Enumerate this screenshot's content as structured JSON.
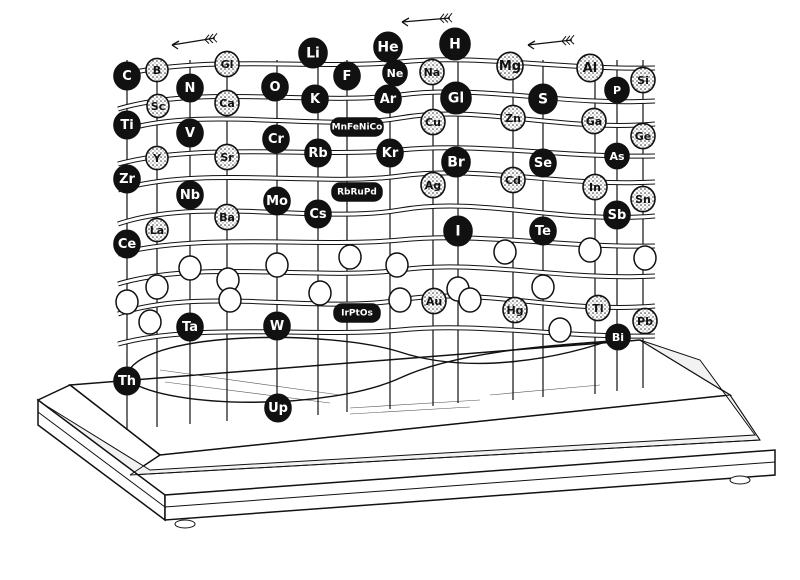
{
  "diagram": {
    "elements": [
      {
        "id": "C",
        "label": "C",
        "style": "dark"
      },
      {
        "id": "B",
        "label": "B",
        "style": "dotted"
      },
      {
        "id": "Gl1",
        "label": "Gl",
        "style": "dotted"
      },
      {
        "id": "Li",
        "label": "Li",
        "style": "dark"
      },
      {
        "id": "He",
        "label": "He",
        "style": "dark"
      },
      {
        "id": "H",
        "label": "H",
        "style": "dark"
      },
      {
        "id": "Mg",
        "label": "Mg",
        "style": "dotted"
      },
      {
        "id": "Al",
        "label": "Al",
        "style": "dotted"
      },
      {
        "id": "Si",
        "label": "Si",
        "style": "dotted"
      },
      {
        "id": "N",
        "label": "N",
        "style": "dark"
      },
      {
        "id": "O",
        "label": "O",
        "style": "dark"
      },
      {
        "id": "F",
        "label": "F",
        "style": "dark"
      },
      {
        "id": "Ne",
        "label": "Ne",
        "style": "dark"
      },
      {
        "id": "Na",
        "label": "Na",
        "style": "dotted"
      },
      {
        "id": "P",
        "label": "P",
        "style": "dark"
      },
      {
        "id": "Sc",
        "label": "Sc",
        "style": "dotted"
      },
      {
        "id": "Ca",
        "label": "Ca",
        "style": "dotted"
      },
      {
        "id": "K",
        "label": "K",
        "style": "dark"
      },
      {
        "id": "Ar",
        "label": "Ar",
        "style": "dark"
      },
      {
        "id": "Gl2",
        "label": "Gl",
        "style": "dark"
      },
      {
        "id": "S",
        "label": "S",
        "style": "dark"
      },
      {
        "id": "Ti",
        "label": "Ti",
        "style": "dark"
      },
      {
        "id": "V",
        "label": "V",
        "style": "dark"
      },
      {
        "id": "Cr",
        "label": "Cr",
        "style": "dark"
      },
      {
        "id": "MnFeNiCo",
        "label": "MnFeNiCo",
        "style": "dark"
      },
      {
        "id": "Cu",
        "label": "Cu",
        "style": "dotted"
      },
      {
        "id": "Zn",
        "label": "Zn",
        "style": "dotted"
      },
      {
        "id": "Ga",
        "label": "Ga",
        "style": "dotted"
      },
      {
        "id": "Ge",
        "label": "Ge",
        "style": "dotted"
      },
      {
        "id": "Y",
        "label": "Y",
        "style": "dotted"
      },
      {
        "id": "Sr",
        "label": "Sr",
        "style": "dotted"
      },
      {
        "id": "Rb",
        "label": "Rb",
        "style": "dark"
      },
      {
        "id": "Kr",
        "label": "Kr",
        "style": "dark"
      },
      {
        "id": "Br",
        "label": "Br",
        "style": "dark"
      },
      {
        "id": "Se",
        "label": "Se",
        "style": "dark"
      },
      {
        "id": "As",
        "label": "As",
        "style": "dark"
      },
      {
        "id": "Zr",
        "label": "Zr",
        "style": "dark"
      },
      {
        "id": "Nb",
        "label": "Nb",
        "style": "dark"
      },
      {
        "id": "Mo",
        "label": "Mo",
        "style": "dark"
      },
      {
        "id": "RbRuPd",
        "label": "RbRuPd",
        "style": "dark"
      },
      {
        "id": "Cs",
        "label": "Cs",
        "style": "dark"
      },
      {
        "id": "Ag",
        "label": "Ag",
        "style": "dotted"
      },
      {
        "id": "Cd",
        "label": "Cd",
        "style": "dotted"
      },
      {
        "id": "In",
        "label": "In",
        "style": "dotted"
      },
      {
        "id": "Sn",
        "label": "Sn",
        "style": "dotted"
      },
      {
        "id": "La",
        "label": "La",
        "style": "dotted"
      },
      {
        "id": "Ba",
        "label": "Ba",
        "style": "dotted"
      },
      {
        "id": "I",
        "label": "I",
        "style": "dark"
      },
      {
        "id": "Te",
        "label": "Te",
        "style": "dark"
      },
      {
        "id": "Sb",
        "label": "Sb",
        "style": "dark"
      },
      {
        "id": "Ce",
        "label": "Ce",
        "style": "dark"
      },
      {
        "id": "Ta",
        "label": "Ta",
        "style": "dark"
      },
      {
        "id": "W",
        "label": "W",
        "style": "dark"
      },
      {
        "id": "IrPtOs",
        "label": "IrPtOs",
        "style": "dark"
      },
      {
        "id": "Au",
        "label": "Au",
        "style": "dotted"
      },
      {
        "id": "Hg",
        "label": "Hg",
        "style": "dotted"
      },
      {
        "id": "Tl",
        "label": "Tl",
        "style": "dotted"
      },
      {
        "id": "Pb",
        "label": "Pb",
        "style": "dotted"
      },
      {
        "id": "Bi",
        "label": "Bi",
        "style": "dark"
      },
      {
        "id": "Th",
        "label": "Th",
        "style": "dark"
      },
      {
        "id": "Up",
        "label": "Up",
        "style": "dark"
      }
    ],
    "arrows": [
      "arrow-left-icon",
      "arrow-left-icon",
      "arrow-left-icon"
    ],
    "colors": {
      "ink": "#111111",
      "paper": "#ffffff",
      "stipple": "#dcdcdc"
    }
  }
}
